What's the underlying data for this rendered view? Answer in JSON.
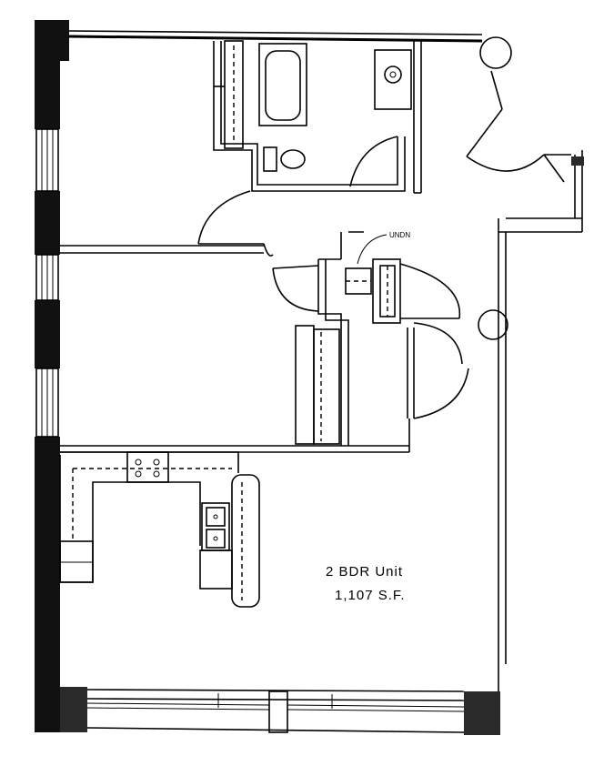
{
  "unit": {
    "type_label": "2 BDR Unit",
    "area_label": "1,107 S.F."
  },
  "annotations": {
    "closet_label": "UNDN"
  },
  "colors": {
    "ink": "#000000",
    "paper": "#ffffff"
  }
}
